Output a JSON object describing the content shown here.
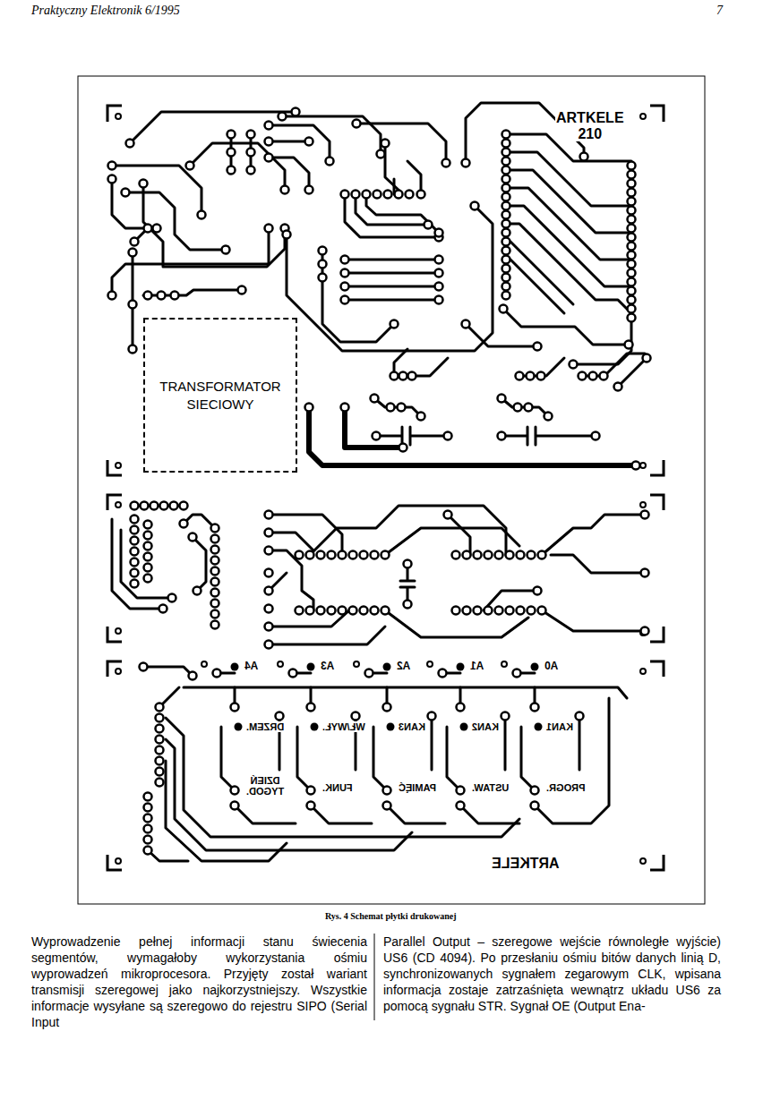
{
  "diagram": {
    "caption": "Rys. 4 Schemat płytki drukowanej",
    "nodes": [
      {
        "text": [
          "TRANSFORMATOR SIECIOWY"
        ]
      }
    ],
    "labels": [
      "Praktyczny Elektronik 6/1995",
      "7",
      "ARTKELE 210",
      "A4",
      "A3",
      "A2",
      "A1",
      "A0",
      "DRZEM.",
      "WŁ/WYŁ.",
      "KAN3",
      "KAN2",
      "KAN1",
      "DZIEŃ TYGOD.",
      "FUNK.",
      "PAMIĘĆ",
      "USTAW.",
      "PROGR.",
      "ARTKELE",
      "Wyprowadzenie pełnej informacji stanu świecenia segmentów, wymagałoby wykorzystania ośmiu wyprowadzeń mikroprocesora. Przyjęty został wariant transmisji szeregowej jako najkorzystniejszy. Wszystkie informacje wysyłane są szeregowo do rejestru SIPO (Serial Input",
      "Parallel Output – szeregowe wejście równoległe wyjście) US6 (CD 4094). Po przesłaniu ośmiu bitów danych linią D, synchronizowanych sygnałem zegarowym CLK, wpisana informacja zostaje zatrzaśnięta wewnątrz układu US6 za pomocą sygnału STR. Sygnał OE (Output Ena-"
    ]
  }
}
